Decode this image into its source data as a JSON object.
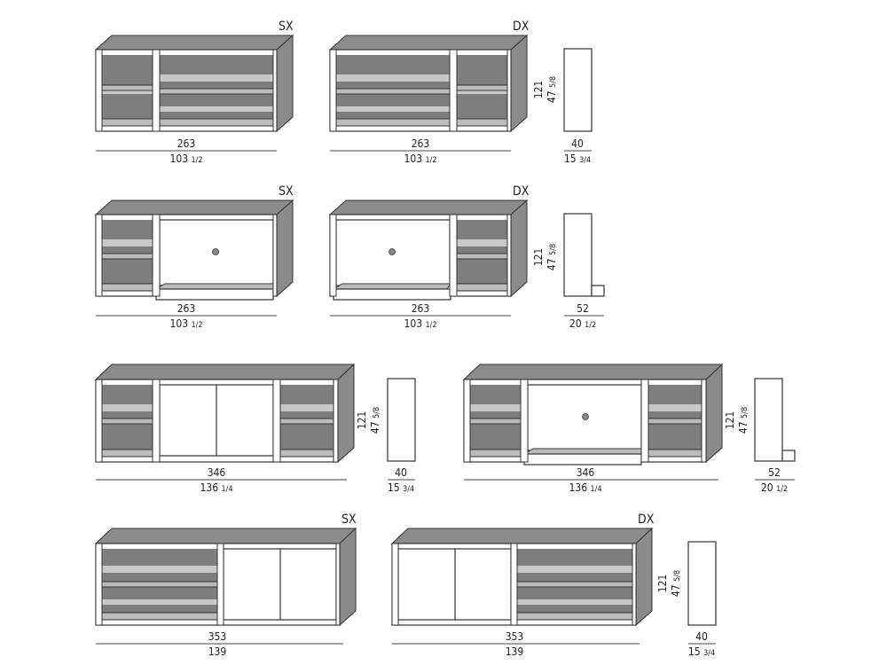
{
  "labels": {
    "sx": "SX",
    "dx": "DX"
  },
  "dims": {
    "w263": "263",
    "w263_in": "103",
    "w263_in_frac": "1/2",
    "w346": "346",
    "w346_in": "136",
    "w346_in_frac": "1/4",
    "w353": "353",
    "w353_in": "139",
    "h121": "121",
    "h121_in": "47",
    "h121_in_frac": "5/8",
    "d40": "40",
    "d40_in": "15",
    "d40_in_frac": "3/4",
    "d52": "52",
    "d52_in": "20",
    "d52_in_frac": "1/2"
  }
}
